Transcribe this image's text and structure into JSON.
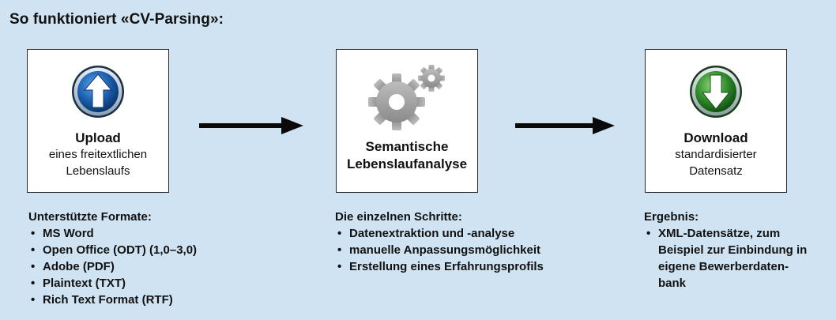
{
  "title": "So funktioniert «CV-Parsing»:",
  "steps": [
    {
      "head": "Upload",
      "sub1": "eines freitextlichen",
      "sub2": "Lebenslaufs",
      "icon": "upload-arrow-icon",
      "list_title": "Unterstützte Formate:",
      "items": [
        "MS Word",
        "Open Office (ODT) (1,0–3,0)",
        "Adobe (PDF)",
        "Plaintext (TXT)",
        "Rich Text Format (RTF)"
      ]
    },
    {
      "line1": "Semantische",
      "line2": "Lebenslaufanalyse",
      "icon": "gears-icon",
      "list_title": "Die einzelnen Schritte:",
      "items": [
        "Datenextraktion und -analyse",
        "manuelle Anpassungsmöglichkeit",
        "Erstellung eines Erfahrungsprofils"
      ]
    },
    {
      "head": "Download",
      "sub1": "standardisierter",
      "sub2": "Datensatz",
      "icon": "download-arrow-icon",
      "list_title": "Ergebnis:",
      "items": [
        "XML-Datensätze, zum",
        "Beispiel zur Einbindung in",
        "eigene Bewerberdaten-",
        "bank"
      ]
    }
  ],
  "colors": {
    "background": "#cfe3f2",
    "upload_blue": "#1b5fae",
    "download_green": "#2f8a2a",
    "gear_gray": "#9a9a9a"
  }
}
